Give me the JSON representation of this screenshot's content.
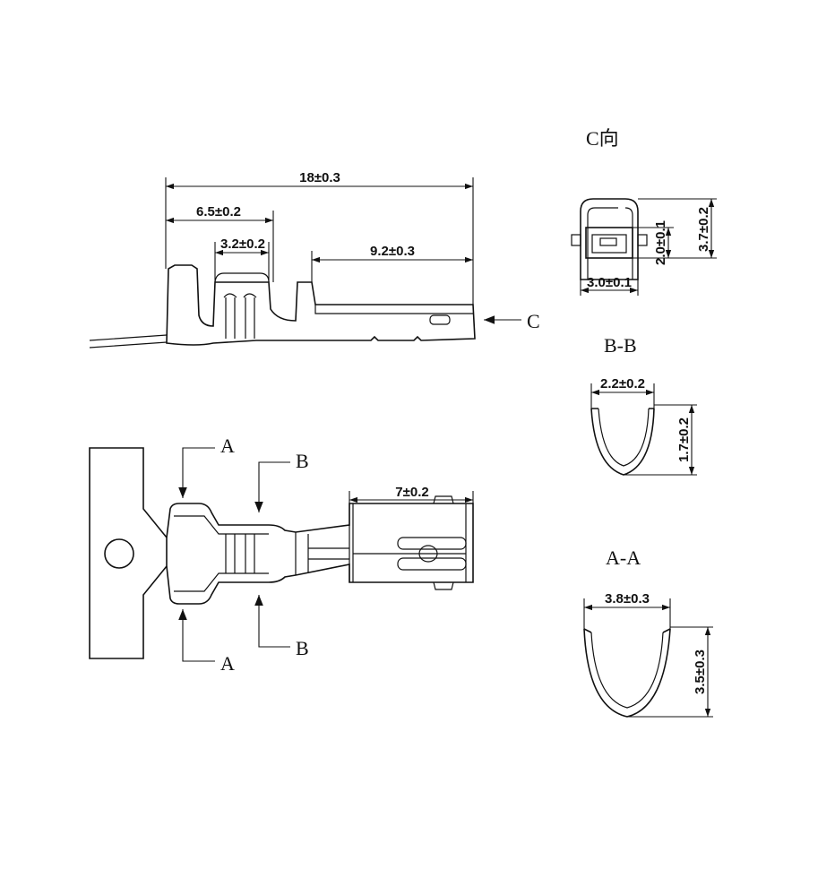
{
  "side_view": {
    "dims": {
      "overall_length": "18±0.3",
      "crimp_to_wire": "6.5±0.2",
      "wire_crimp_width": "3.2±0.2",
      "contact_length": "9.2±0.3"
    },
    "view_arrow_label": "C"
  },
  "top_view": {
    "dims": {
      "box_length": "7±0.2"
    },
    "section_labels": {
      "a_top": "A",
      "a_bottom": "A",
      "b_top": "B",
      "b_bottom": "B"
    }
  },
  "c_view": {
    "title": "C向",
    "dims": {
      "width": "3.0±0.1",
      "inner_height": "2.0±0.1",
      "outer_height": "3.7±0.2"
    }
  },
  "section_bb": {
    "title": "B-B",
    "dims": {
      "width": "2.2±0.2",
      "height": "1.7±0.2"
    }
  },
  "section_aa": {
    "title": "A-A",
    "dims": {
      "width": "3.8±0.3",
      "height": "3.5±0.3"
    }
  }
}
